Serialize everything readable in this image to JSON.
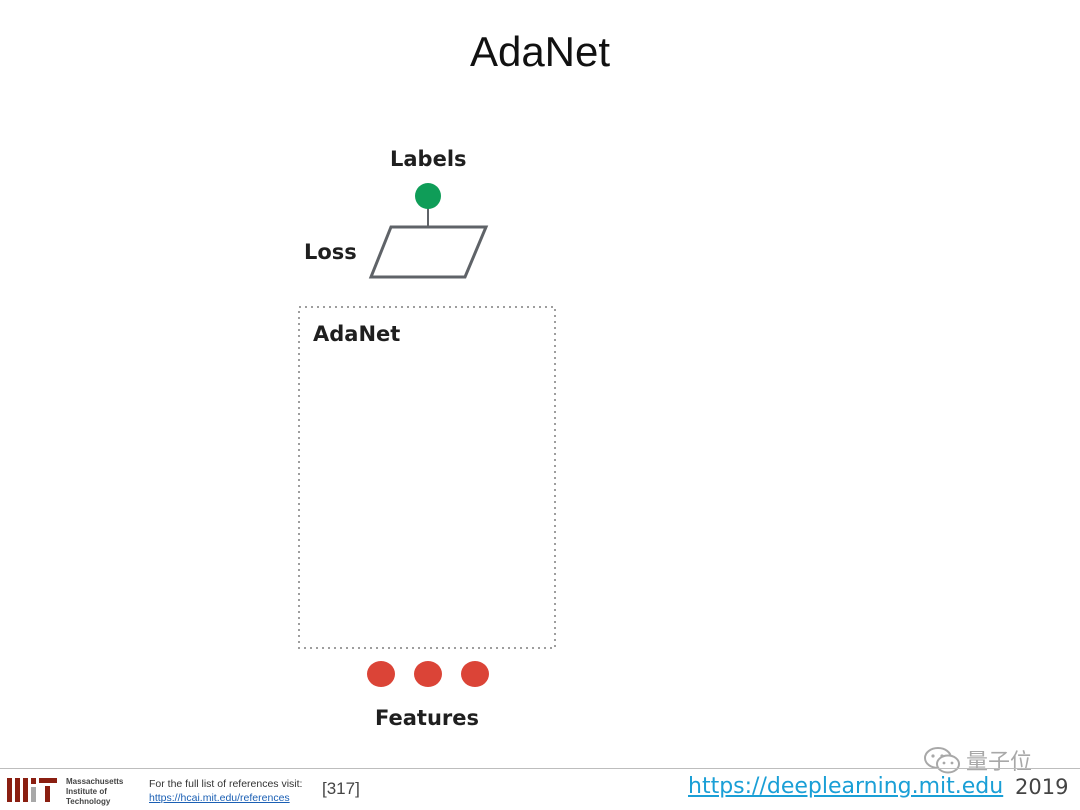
{
  "slide": {
    "title": "AdaNet"
  },
  "diagram": {
    "labels_label": "Labels",
    "loss_label": "Loss",
    "box_label": "AdaNet",
    "features_label": "Features",
    "colors": {
      "label_node": "#0f9d58",
      "feature_node": "#db4437",
      "loss_outline": "#5f6368",
      "box_border": "#9e9e9e"
    },
    "feature_count": 3
  },
  "footer": {
    "institution_lines": [
      "Massachusetts",
      "Institute of",
      "Technology"
    ],
    "reference_note": "For the full list of references visit:",
    "reference_link": "https://hcai.mit.edu/references",
    "reference_number": "[317]",
    "site_link": "https://deeplearning.mit.edu",
    "year": "2019",
    "watermark_text": "量子位",
    "logo_icon": "mit-logo-icon",
    "watermark_icon": "wechat-icon"
  }
}
